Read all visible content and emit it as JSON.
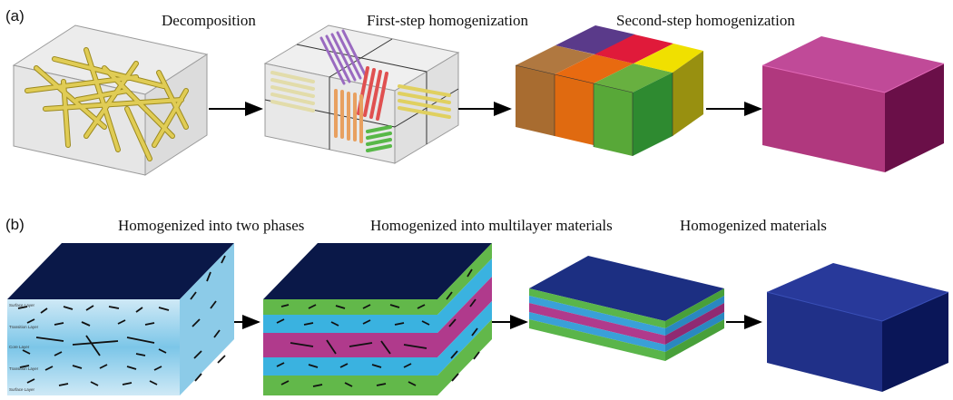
{
  "panel_a": {
    "label": "(a)",
    "steps": [
      "Decomposition",
      "First-step homogenization",
      "Second-step homogenization"
    ]
  },
  "panel_b": {
    "label": "(b)",
    "steps": [
      "Homogenized into two phases",
      "Homogenized into multilayer materials",
      "Homogenized materials"
    ],
    "layer_labels": [
      "Surface Layer",
      "Transition Layer",
      "Core Layer",
      "Transition Layer",
      "Surface Layer"
    ]
  },
  "colors": {
    "fiber": "#d8c24a",
    "magenta_box": "#b0387a",
    "navy_box": "#1f2f7c",
    "blue_layer": "#4ab0dc",
    "green_layer": "#5ab54a",
    "pink_layer": "#b03a8c"
  }
}
